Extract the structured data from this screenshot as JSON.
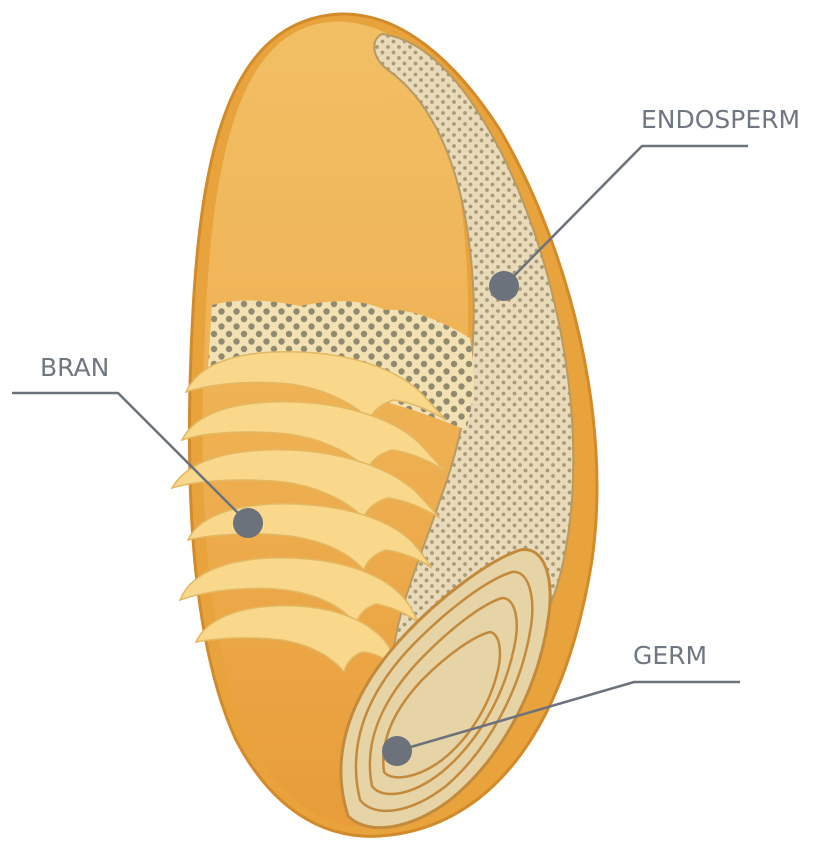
{
  "diagram": {
    "labels": {
      "endosperm": "ENDOSPERM",
      "bran": "BRAN",
      "germ": "GERM"
    }
  },
  "colors": {
    "grain_outer": "#e8a33c",
    "grain_mid": "#f0b656",
    "grain_light": "#f4c06a",
    "endosperm_fill": "#e9dab9",
    "dots": "#a89a76",
    "bran_layer": "#f9d88b",
    "germ_fill": "#e6d3a6",
    "germ_line": "#c48a3c",
    "leader": "#6b727c",
    "marker": "#6b727c"
  }
}
